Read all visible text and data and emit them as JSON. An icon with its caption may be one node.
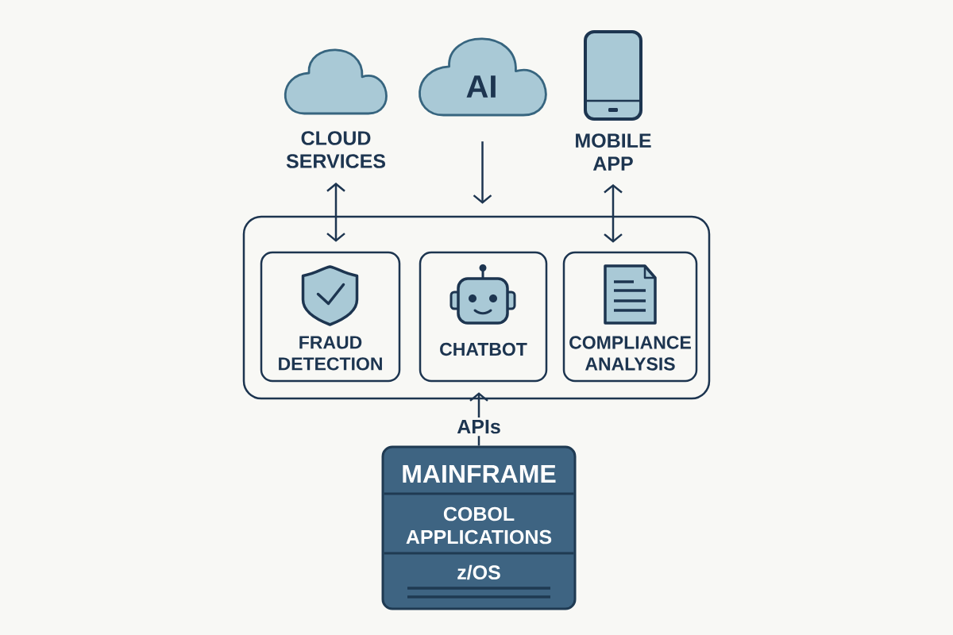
{
  "diagram": {
    "nodes": [
      {
        "text": [
          "CLOUD SERVICES"
        ]
      },
      {
        "text": [
          "AI"
        ]
      },
      {
        "text": [
          "MOBILE APP"
        ]
      },
      {
        "text": [],
        "shape": "box"
      },
      {
        "text": [
          "FRAUD DETECTION"
        ],
        "in": 3
      },
      {
        "text": [
          "CHATBOT"
        ],
        "in": 3
      },
      {
        "text": [
          "COMPLIANCE ANALYSIS"
        ],
        "in": 3
      },
      {
        "text": [
          "MAINFRAME",
          "COBOL APPLICATIONS",
          "z/OS"
        ]
      }
    ],
    "edges": [
      {
        "from": 0,
        "to": 4,
        "arrow": "both"
      },
      {
        "from": 1,
        "to": 3,
        "arrow": "to"
      },
      {
        "from": 2,
        "to": 6,
        "arrow": "both"
      },
      {
        "from": 7,
        "to": 3,
        "arrow": "to",
        "label": "APIs"
      }
    ]
  }
}
